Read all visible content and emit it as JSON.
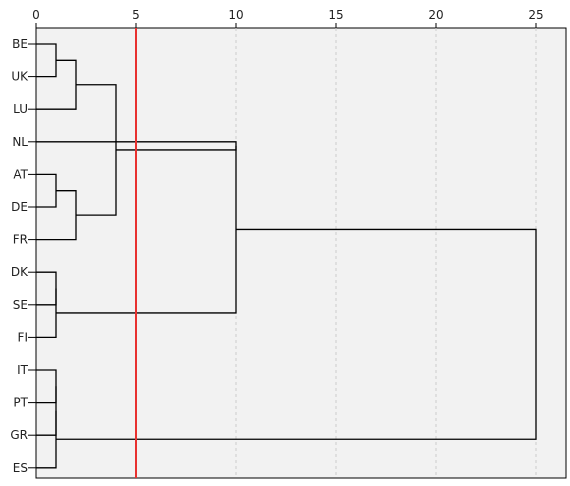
{
  "chart_data": {
    "type": "dendrogram",
    "title": "",
    "xlabel": "",
    "ylabel": "",
    "x_ticks": [
      0,
      5,
      10,
      15,
      20,
      25
    ],
    "xlim": [
      0,
      25
    ],
    "grid": "vertical dashed",
    "cut_line": {
      "x": 5,
      "color": "#e8312f"
    },
    "leaves": [
      "BE",
      "UK",
      "LU",
      "NL",
      "AT",
      "DE",
      "FR",
      "DK",
      "SE",
      "FI",
      "IT",
      "PT",
      "GR",
      "ES"
    ],
    "merges": [
      {
        "id": "c1",
        "children": [
          "BE",
          "UK"
        ],
        "height": 1
      },
      {
        "id": "c2",
        "children": [
          "c1",
          "LU"
        ],
        "height": 2
      },
      {
        "id": "c3",
        "children": [
          "AT",
          "DE"
        ],
        "height": 1
      },
      {
        "id": "c4",
        "children": [
          "c3",
          "FR"
        ],
        "height": 2
      },
      {
        "id": "c5",
        "children": [
          "c2",
          "c4"
        ],
        "height": 4
      },
      {
        "id": "c6",
        "children": [
          "c5",
          "NL"
        ],
        "height": 10
      },
      {
        "id": "c7",
        "children": [
          "DK",
          "SE"
        ],
        "height": 1
      },
      {
        "id": "c8",
        "children": [
          "c7",
          "FI"
        ],
        "height": 1
      },
      {
        "id": "c9",
        "children": [
          "c6",
          "c8"
        ],
        "height": 10
      },
      {
        "id": "c10",
        "children": [
          "IT",
          "PT"
        ],
        "height": 1
      },
      {
        "id": "c11",
        "children": [
          "c10",
          "GR"
        ],
        "height": 1
      },
      {
        "id": "c12",
        "children": [
          "c11",
          "ES"
        ],
        "height": 1
      },
      {
        "id": "c13",
        "children": [
          "c9",
          "c12"
        ],
        "height": 25
      }
    ],
    "colors": {
      "plot_bg": "#f2f2f2",
      "line": "#000000",
      "grid": "#cccccc"
    }
  }
}
